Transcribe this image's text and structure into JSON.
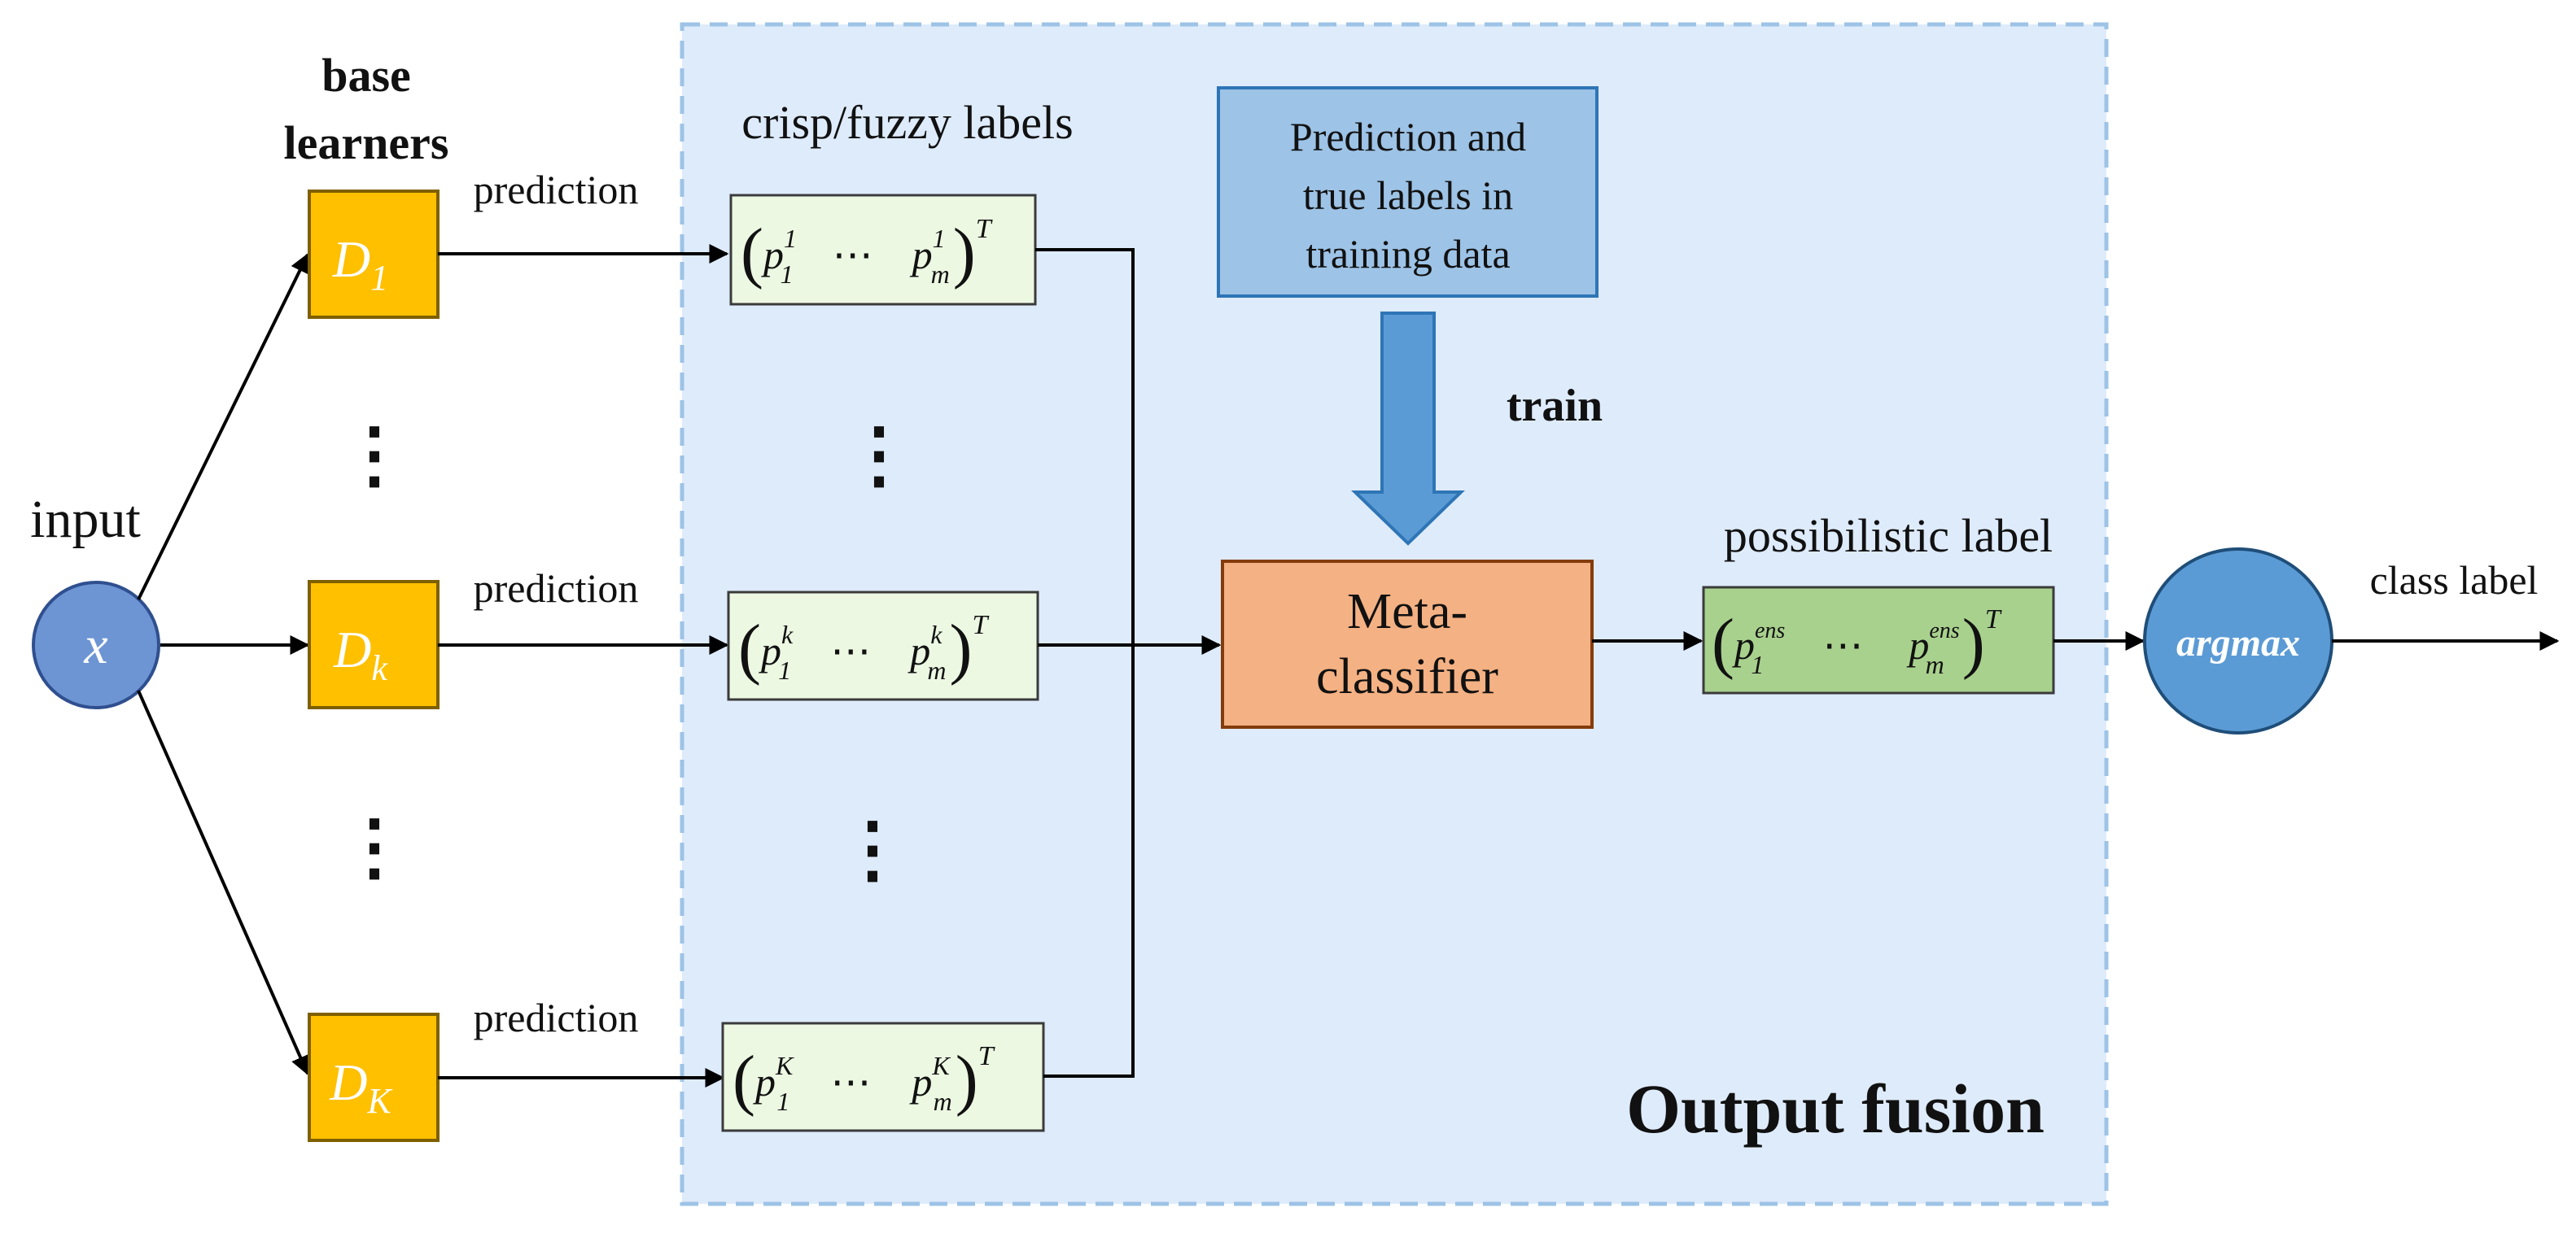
{
  "colors": {
    "fusion_bg": "#deebfb",
    "fusion_border": "#9dc3e6",
    "learner_fill": "#ffc000",
    "learner_border": "#7f6000",
    "label_box_fill": "#ecf8e2",
    "label_box_border": "#3b3b3b",
    "training_box_fill": "#9dc3e6",
    "training_box_border": "#2e75b6",
    "train_arrow": "#5b9bd5",
    "meta_fill": "#f4b183",
    "meta_border": "#843c0c",
    "ens_box_fill": "#a9d18e",
    "node_fill": "#5b9bd5",
    "node_border": "#1f4e79",
    "input_fill": "#6d95d3"
  },
  "input": {
    "title": "input",
    "symbol": "x"
  },
  "base_learners": {
    "title_line1": "base",
    "title_line2": "learners",
    "items": [
      {
        "base": "D",
        "sub": "1",
        "arrow_label": "prediction"
      },
      {
        "base": "D",
        "sub": "k",
        "arrow_label": "prediction"
      },
      {
        "base": "D",
        "sub": "K",
        "arrow_label": "prediction"
      }
    ],
    "ellipsis": "⋮"
  },
  "crisp_labels": {
    "title": "crisp/fuzzy labels",
    "items": [
      {
        "sup": "1"
      },
      {
        "sup": "k"
      },
      {
        "sup": "K"
      }
    ],
    "p": "p",
    "first_sub": "1",
    "last_sub": "m",
    "dots": "⋯",
    "transpose": "T",
    "ellipsis": "⋮"
  },
  "training": {
    "line1": "Prediction and",
    "line2": "true labels in",
    "line3": "training data",
    "arrow_label": "train"
  },
  "meta": {
    "line1": "Meta-",
    "line2": "classifier"
  },
  "ensemble": {
    "title": "possibilistic label",
    "sup": "ens",
    "p": "p",
    "first_sub": "1",
    "last_sub": "m",
    "dots": "⋯",
    "transpose": "T"
  },
  "output_node": {
    "label": "argmax",
    "arrow_label": "class label"
  },
  "fusion_title": "Output fusion"
}
